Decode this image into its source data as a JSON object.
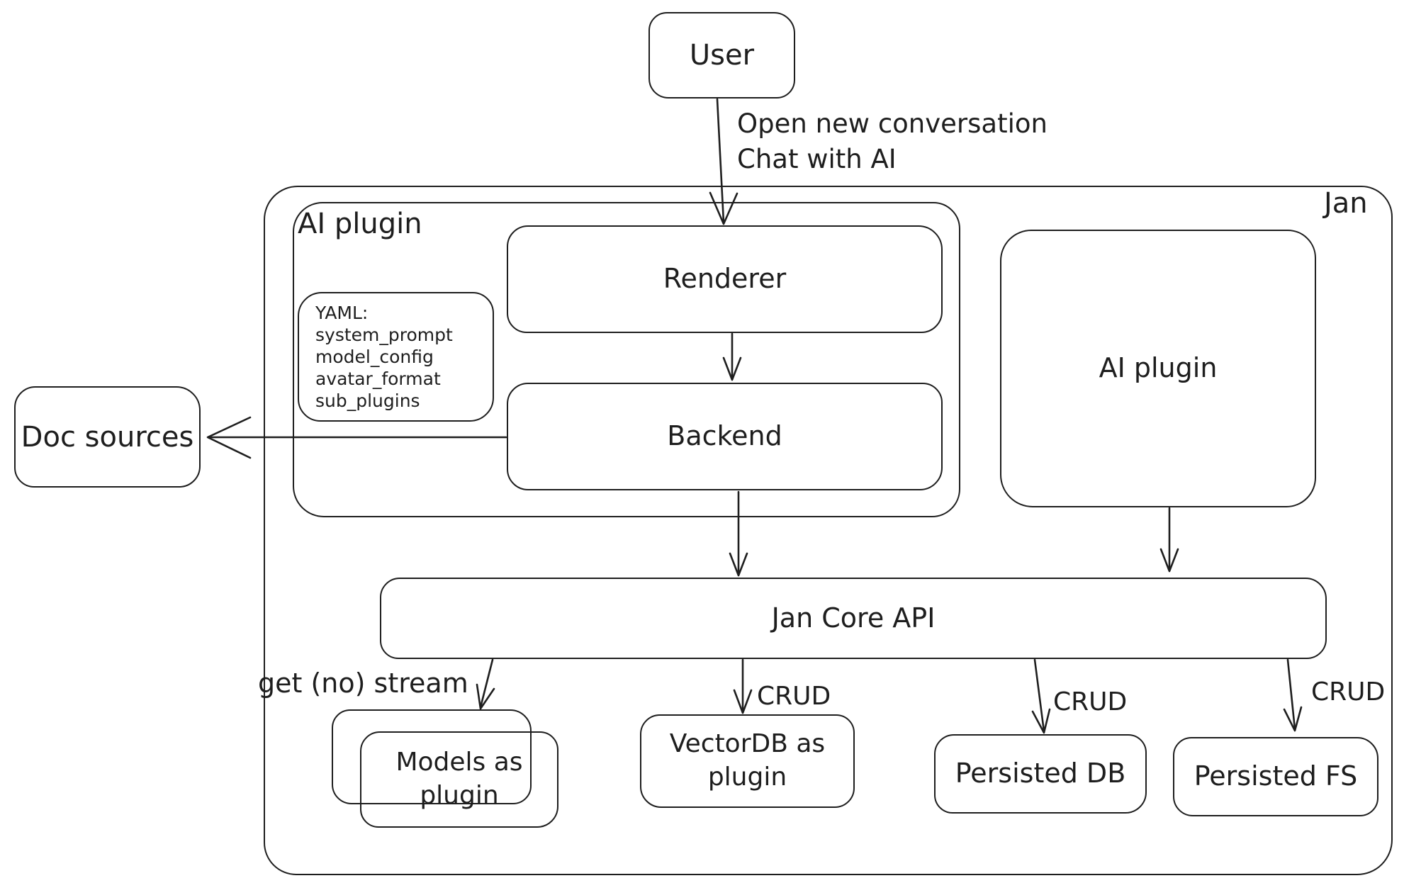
{
  "style": {
    "stroke_color": "#1e1e1e",
    "background_color": "#ffffff"
  },
  "diagram": {
    "nodes": {
      "user": {
        "label": "User"
      },
      "jan": {
        "label": "Jan"
      },
      "ai_plugin_left": {
        "label": "AI plugin"
      },
      "renderer": {
        "label": "Renderer"
      },
      "backend": {
        "label": "Backend"
      },
      "yaml_note": {
        "lines": [
          "YAML:",
          "system_prompt",
          "model_config",
          "avatar_format",
          "sub_plugins"
        ]
      },
      "ai_plugin_right": {
        "label": "AI plugin"
      },
      "doc_sources": {
        "label": "Doc sources"
      },
      "jan_core_api": {
        "label": "Jan Core API"
      },
      "models_as_plugin": {
        "label": "Models as plugin"
      },
      "vectordb_as_plugin": {
        "label": "VectorDB as plugin"
      },
      "persisted_db": {
        "label": "Persisted DB"
      },
      "persisted_fs": {
        "label": "Persisted FS"
      }
    },
    "edge_labels": {
      "open_new_conversation": "Open new conversation",
      "chat_with_ai": "Chat with AI",
      "get_no_stream": "get (no) stream",
      "crud_vectordb": "CRUD",
      "crud_persisted_db": "CRUD",
      "crud_persisted_fs": "CRUD"
    },
    "edges": [
      {
        "from": "User",
        "to": "Renderer",
        "label": "Open new conversation / Chat with AI"
      },
      {
        "from": "Renderer",
        "to": "Backend",
        "label": ""
      },
      {
        "from": "Backend",
        "to": "Doc sources",
        "label": ""
      },
      {
        "from": "Backend",
        "to": "Jan Core API",
        "label": ""
      },
      {
        "from": "AI plugin (right)",
        "to": "Jan Core API",
        "label": ""
      },
      {
        "from": "Jan Core API",
        "to": "Models as plugin",
        "label": "get (no) stream"
      },
      {
        "from": "Jan Core API",
        "to": "VectorDB as plugin",
        "label": "CRUD"
      },
      {
        "from": "Jan Core API",
        "to": "Persisted DB",
        "label": "CRUD"
      },
      {
        "from": "Jan Core API",
        "to": "Persisted FS",
        "label": "CRUD"
      }
    ]
  }
}
